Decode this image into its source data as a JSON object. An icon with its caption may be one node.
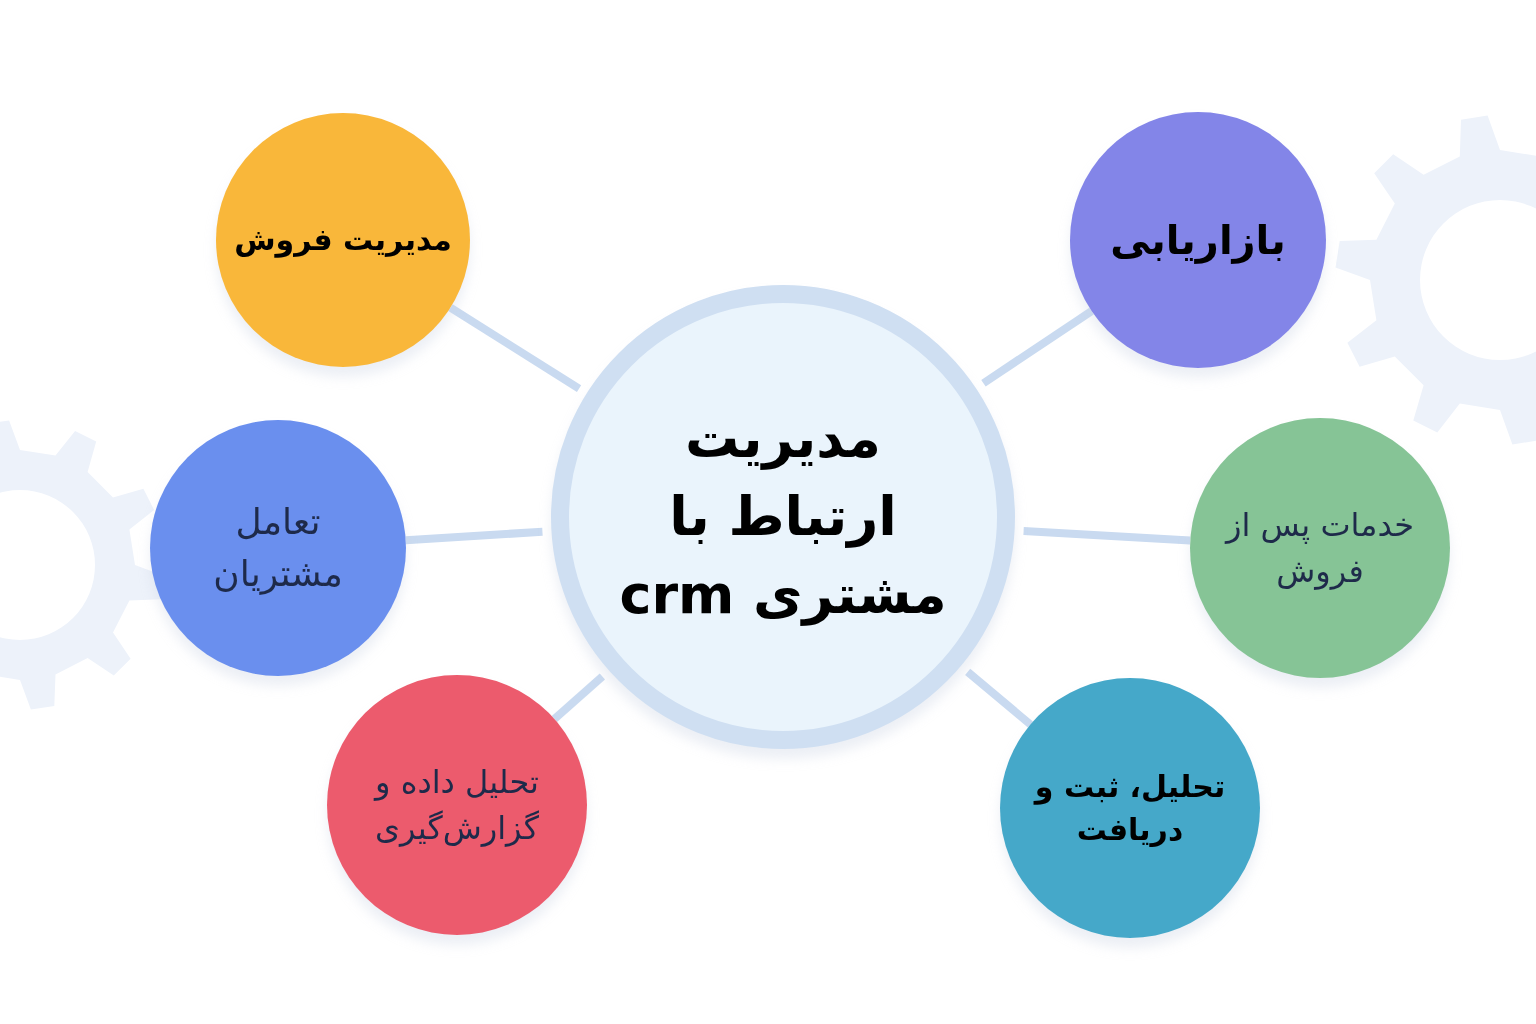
{
  "diagram": {
    "nodes": [
      {
        "text": [
          "مدیریت ارتباط با مشتری crm"
        ]
      },
      {
        "text": [
          "مدیریت فروش"
        ]
      },
      {
        "text": [
          "بازاریابی"
        ]
      },
      {
        "text": [
          "تعامل مشتریان"
        ]
      },
      {
        "text": [
          "خدمات پس از فروش"
        ]
      },
      {
        "text": [
          "تحلیل داده و گزارش‌گیری"
        ]
      },
      {
        "text": [
          "تحلیل، ثبت و دریافت"
        ]
      }
    ],
    "edges": [
      {
        "from": 0,
        "to": 1,
        "arrow": "none"
      },
      {
        "from": 0,
        "to": 2,
        "arrow": "none"
      },
      {
        "from": 0,
        "to": 3,
        "arrow": "none"
      },
      {
        "from": 0,
        "to": 4,
        "arrow": "none"
      },
      {
        "from": 0,
        "to": 5,
        "arrow": "none"
      },
      {
        "from": 0,
        "to": 6,
        "arrow": "none"
      }
    ]
  }
}
